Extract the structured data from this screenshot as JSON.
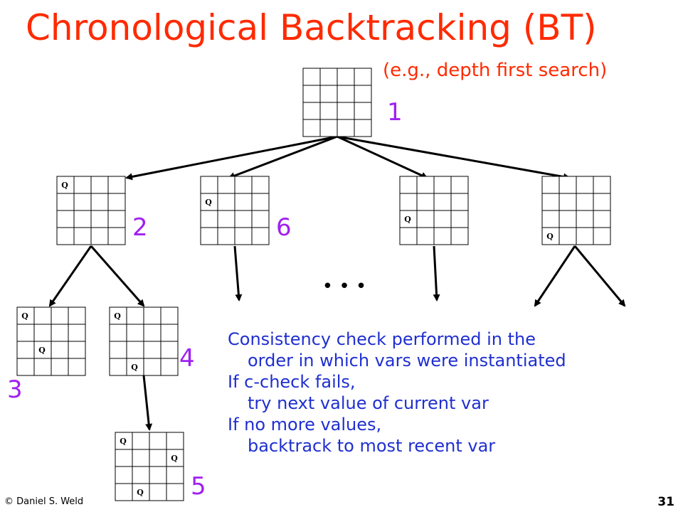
{
  "title": "Chronological Backtracking (BT)",
  "subtitle": "(e.g., depth first search)",
  "queen_symbol": "Q",
  "ellipsis": "• • •",
  "node_labels": [
    "1",
    "2",
    "6",
    "3",
    "4",
    "5"
  ],
  "boards": [
    {
      "id": "root",
      "queens": []
    },
    {
      "id": "b2",
      "queens": [
        [
          0,
          0
        ]
      ]
    },
    {
      "id": "b6",
      "queens": [
        [
          1,
          0
        ]
      ]
    },
    {
      "id": "b-third",
      "queens": [
        [
          2,
          0
        ]
      ]
    },
    {
      "id": "b-fourth",
      "queens": [
        [
          3,
          0
        ]
      ]
    },
    {
      "id": "b3",
      "queens": [
        [
          0,
          0
        ],
        [
          2,
          1
        ]
      ]
    },
    {
      "id": "b4",
      "queens": [
        [
          0,
          0
        ],
        [
          3,
          1
        ]
      ]
    },
    {
      "id": "b5",
      "queens": [
        [
          0,
          0
        ],
        [
          3,
          1
        ],
        [
          1,
          3
        ]
      ]
    }
  ],
  "text_lines": [
    "Consistency check performed in the",
    "order in which vars were instantiated",
    "If c-check fails,",
    "try next value of current var",
    "If no more values,",
    "backtrack to most recent var"
  ],
  "footer": "© Daniel S. Weld",
  "page_number": "31"
}
